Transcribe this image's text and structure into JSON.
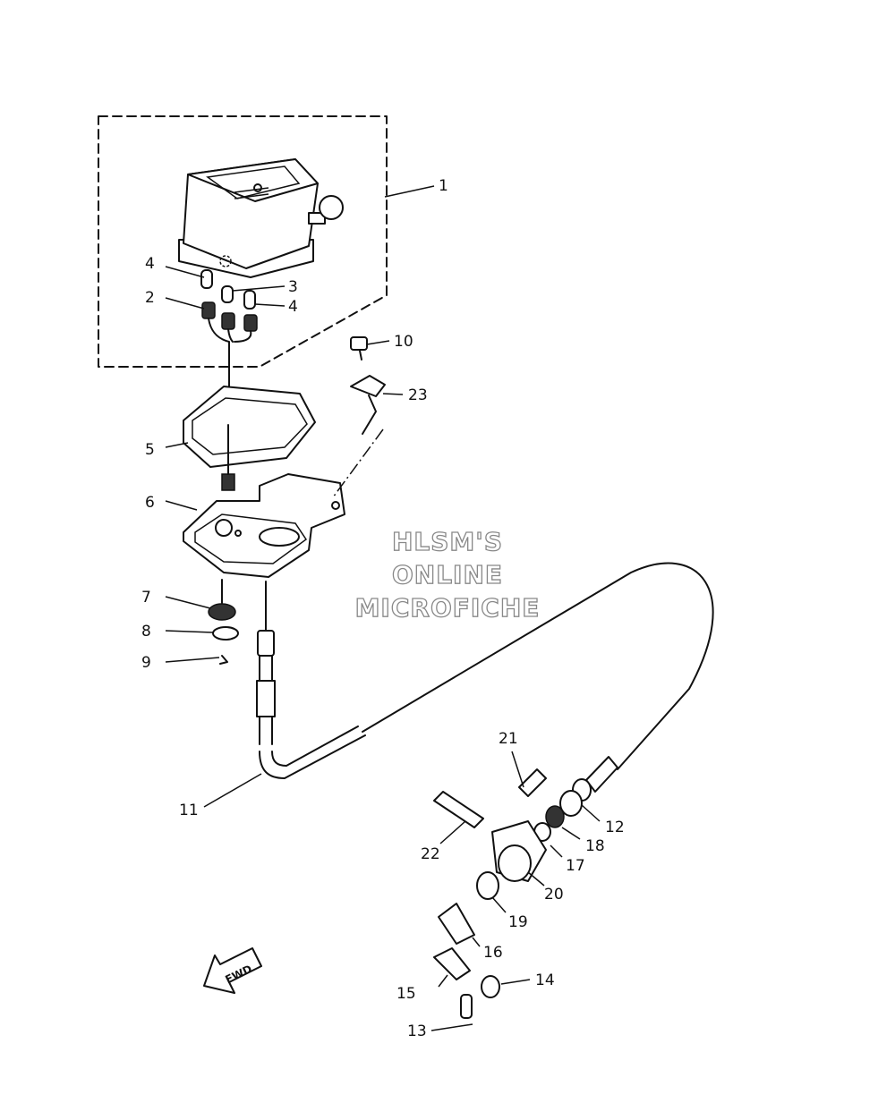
{
  "labels": [
    "1",
    "2",
    "3",
    "4",
    "4",
    "5",
    "6",
    "7",
    "8",
    "9",
    "10",
    "11",
    "12",
    "13",
    "14",
    "15",
    "16",
    "17",
    "18",
    "19",
    "20",
    "21",
    "22",
    "23"
  ],
  "watermark": [
    "HLSM'S",
    "ONLINE",
    "MICROFICHE"
  ],
  "direction_arrow": "FWD"
}
